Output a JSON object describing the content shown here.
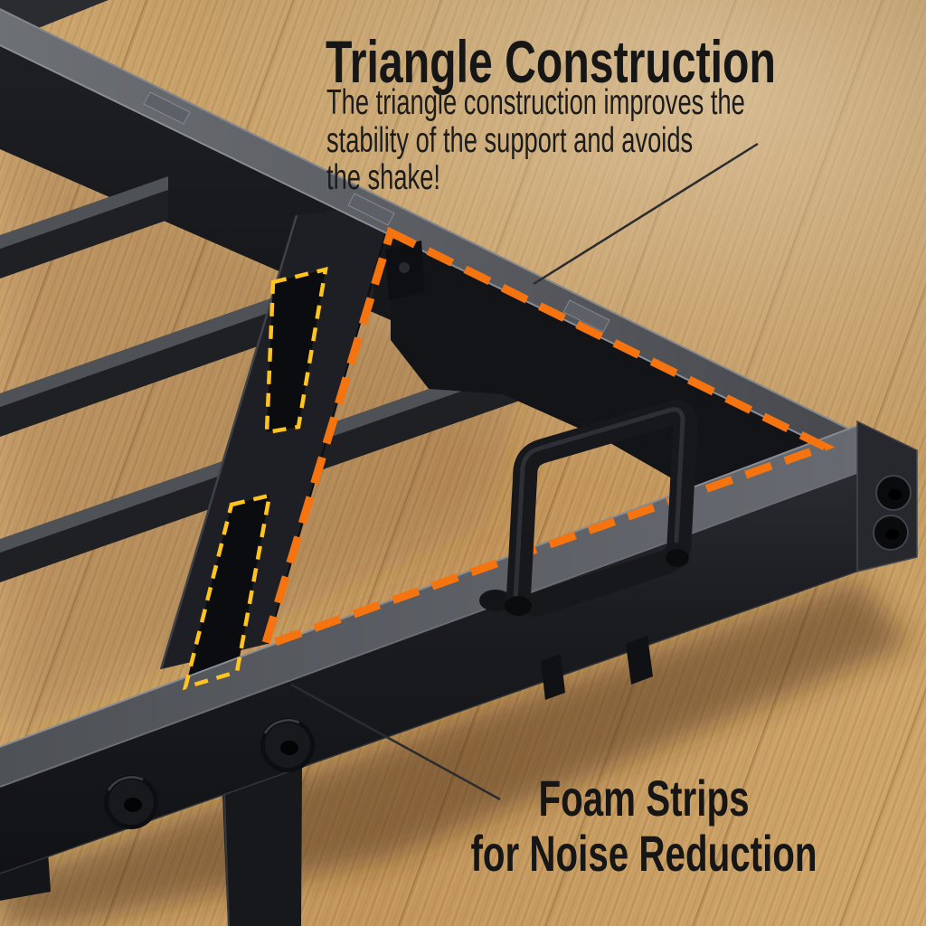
{
  "callouts": {
    "triangle": {
      "title": "Triangle Construction",
      "body_lines": [
        "The triangle construction improves the",
        "stability of the support and avoids",
        "the shake!"
      ]
    },
    "foam": {
      "lines": [
        "Foam Strips",
        "for Noise Reduction"
      ]
    }
  },
  "highlight_colors": {
    "triangle_dash": "#f5740f",
    "foam_dash": "#ffc41d",
    "leader_line": "#2a2c2f"
  },
  "scene_colors": {
    "floor_wood": "#c89e63",
    "frame_metal": "#17181c",
    "text": "#161616"
  }
}
